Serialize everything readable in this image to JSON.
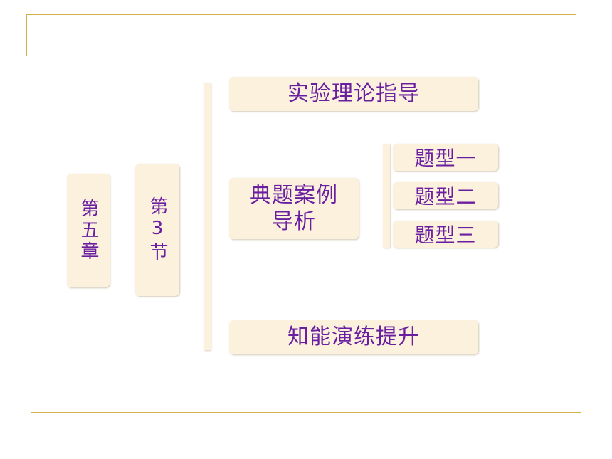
{
  "chapter": "第五章",
  "section": "第3节",
  "items": [
    {
      "label": "实验理论指导"
    },
    {
      "label": "典题案例导析"
    },
    {
      "label": "知能演练提升"
    }
  ],
  "subitems": [
    "题型一",
    "题型二",
    "题型三"
  ],
  "colors": {
    "text": "#6a1fa0",
    "box": "#fbf1dc",
    "line": "#d4b04a"
  }
}
